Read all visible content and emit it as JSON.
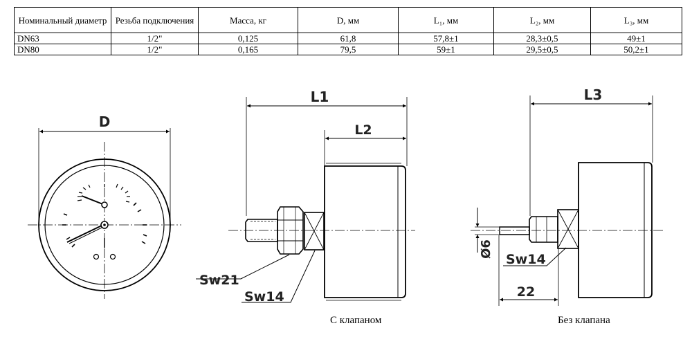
{
  "table": {
    "headers": [
      "Номинальный диаметр",
      "Резьба подключения",
      "Масса, кг",
      "D, мм",
      "L₁, мм",
      "L₂, мм",
      "L₃, мм"
    ],
    "rows": [
      [
        "DN63",
        "1/2\"",
        "0,125",
        "61,8",
        "57,8±1",
        "28,3±0,5",
        "49±1"
      ],
      [
        "DN80",
        "1/2\"",
        "0,165",
        "79,5",
        "59±1",
        "29,5±0,5",
        "50,2±1"
      ]
    ]
  },
  "drawings": {
    "front": {
      "dimension_label": "D"
    },
    "with_valve": {
      "caption": "С клапаном",
      "l1_label": "L1",
      "l2_label": "L2",
      "sw_large_label": "Sw21",
      "sw_small_label": "Sw14"
    },
    "without_valve": {
      "caption": "Без клапана",
      "l3_label": "L3",
      "diameter_label": "Ø6",
      "sw_label": "Sw14",
      "length_label": "22"
    }
  }
}
